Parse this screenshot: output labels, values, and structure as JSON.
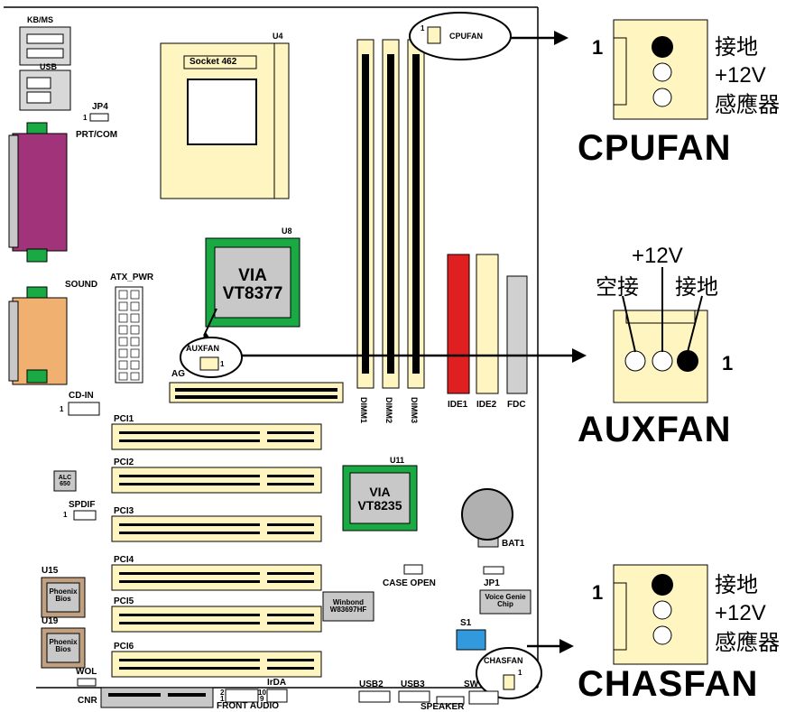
{
  "board": {
    "kbms": "KB/MS",
    "usb": "USB",
    "jp4": "JP4",
    "jp4_pin": "1",
    "prt_com": "PRT/COM",
    "sound": "SOUND",
    "socket": "Socket 462",
    "u4": "U4",
    "u8": "U8",
    "via1_line1": "VIA",
    "via1_line2": "VT8377",
    "atx_pwr": "ATX_PWR",
    "auxfan": "AUXFAN",
    "auxfan_pin": "1",
    "agp": "AG",
    "cd_in": "CD-IN",
    "cd_pin": "1",
    "pci1": "PCI1",
    "pci2": "PCI2",
    "pci3": "PCI3",
    "pci4": "PCI4",
    "pci5": "PCI5",
    "pci6": "PCI6",
    "alc_line1": "ALC",
    "alc_line2": "650",
    "spdif": "SPDIF",
    "spdif_pin": "1",
    "u15": "U15",
    "u19": "U19",
    "phoenix_line1": "Phoenix",
    "phoenix_line2": "Bios",
    "wol": "WOL",
    "cnr": "CNR",
    "irda": "IrDA",
    "front_audio": "FRONT AUDIO",
    "fa_pin_a": "2",
    "fa_pin_b": "1",
    "fa_pin_c": "10",
    "fa_pin_d": "9",
    "usb2": "USB2",
    "usb3": "USB3",
    "speaker": "SPEAKER",
    "sw": "SW",
    "u11": "U11",
    "via2_line1": "VIA",
    "via2_line2": "VT8235",
    "winbond_line1": "Winbond",
    "winbond_line2": "W83697HF",
    "case_open": "CASE OPEN",
    "jp1": "JP1",
    "voice_line1": "Voice Genie",
    "voice_line2": "Chip",
    "s1": "S1",
    "bat1": "BAT1",
    "dimm1": "DIMM1",
    "dimm2": "DIMM2",
    "dimm3": "DIMM3",
    "ide1": "IDE1",
    "ide2": "IDE2",
    "fdc": "FDC",
    "cpufan": "CPUFAN",
    "cpufan_pin": "1",
    "chasfan": "CHASFAN",
    "chasfan_pin": "1"
  },
  "callouts": {
    "cpufan": {
      "pin1": "1",
      "ground": "接地",
      "v12": "+12V",
      "sensor": "感應器",
      "title": "CPUFAN"
    },
    "auxfan": {
      "v12": "+12V",
      "empty": "空接",
      "ground": "接地",
      "pin1": "1",
      "title": "AUXFAN"
    },
    "chasfan": {
      "pin1": "1",
      "ground": "接地",
      "v12": "+12V",
      "sensor": "感應器",
      "title": "CHASFAN"
    }
  },
  "colors": {
    "socket": "#fff5c0",
    "chipset_border": "#1aaa44",
    "chipset_fill": "#c8c8c8",
    "serial_port": "#a0337a",
    "sound_port": "#f0b070",
    "connector_green": "#1aaa44",
    "ide1": "#e02020",
    "ide2": "#fff5c0",
    "fdc": "#d0d0d0",
    "callout_fill": "#fff5c0",
    "dip_switch": "#3399dd"
  }
}
